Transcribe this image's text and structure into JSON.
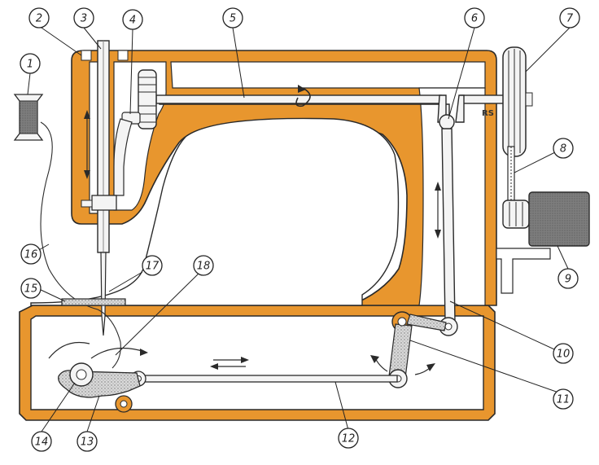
{
  "colors": {
    "frame": "#E8962E",
    "outline": "#2a2a2a",
    "metal": "#f4f4f4",
    "stipple": "#bdbdbd",
    "motor": "#8a8a8a"
  },
  "frame_mark": "RS",
  "labels": [
    {
      "n": "1"
    },
    {
      "n": "2"
    },
    {
      "n": "3"
    },
    {
      "n": "4"
    },
    {
      "n": "5"
    },
    {
      "n": "6"
    },
    {
      "n": "7"
    },
    {
      "n": "8"
    },
    {
      "n": "9"
    },
    {
      "n": "10"
    },
    {
      "n": "11"
    },
    {
      "n": "12"
    },
    {
      "n": "13"
    },
    {
      "n": "14"
    },
    {
      "n": "15"
    },
    {
      "n": "16"
    },
    {
      "n": "17"
    },
    {
      "n": "18"
    }
  ]
}
